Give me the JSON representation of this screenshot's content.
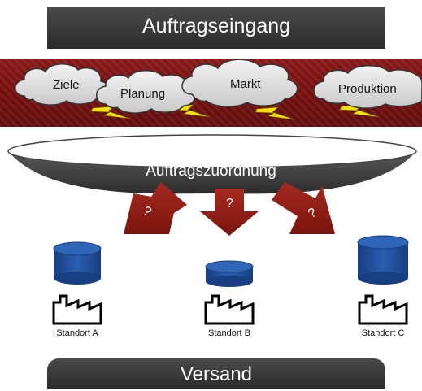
{
  "header": {
    "title": "Auftragseingang"
  },
  "influences": [
    {
      "label": "Ziele"
    },
    {
      "label": "Planung"
    },
    {
      "label": "Markt"
    },
    {
      "label": "Produktion"
    }
  ],
  "allocation": {
    "label": "Auftragszuordnung",
    "arrows": [
      {
        "label": "?"
      },
      {
        "label": "?"
      },
      {
        "label": "?"
      }
    ]
  },
  "sites": [
    {
      "label": "Standort A"
    },
    {
      "label": "Standort B"
    },
    {
      "label": "Standort C"
    }
  ],
  "footer": {
    "title": "Versand"
  },
  "colors": {
    "dark_bar": "#333333",
    "band_red": "#7a1010",
    "arrow_red": "#8b1a14",
    "storage_blue": "#1f4f9a"
  }
}
